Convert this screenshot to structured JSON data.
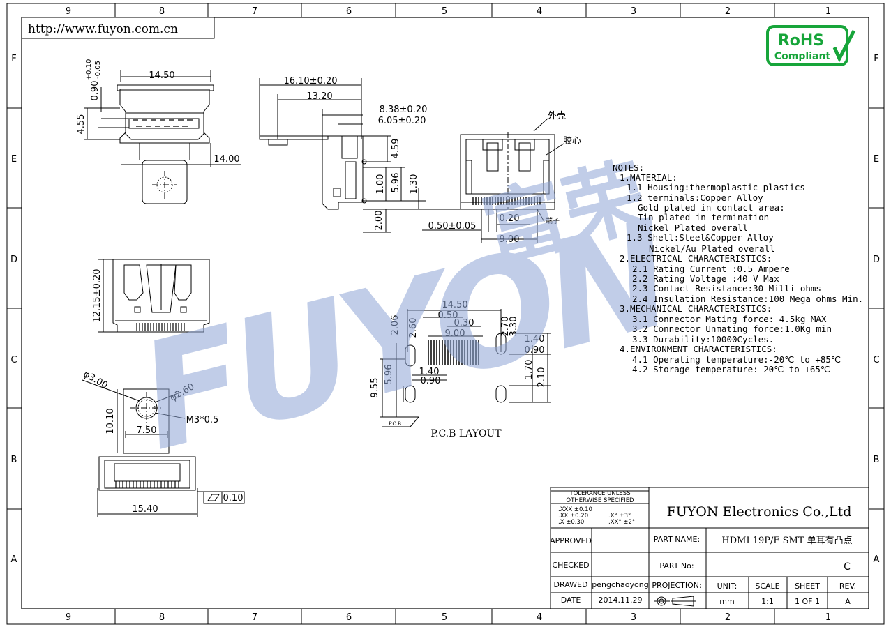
{
  "website_url": "http://www.fuyon.com.cn",
  "rohs": {
    "line1": "RoHS",
    "line2": "Compliant"
  },
  "watermark": {
    "latin": "FUYON",
    "cjk": "富荣"
  },
  "grid": {
    "columns": [
      "9",
      "8",
      "7",
      "6",
      "5",
      "4",
      "3",
      "2",
      "1"
    ],
    "rows": [
      "F",
      "E",
      "D",
      "C",
      "B",
      "A"
    ]
  },
  "top_view": {
    "width": "14.50",
    "height": "4.55",
    "tol": "0.90",
    "tol_plus": "+0.10",
    "tol_minus": "-0.05",
    "pad": "14.00"
  },
  "side_view": {
    "d1": "16.10±0.20",
    "d2": "13.20",
    "d3": "8.38±0.20",
    "d4": "6.05±0.20",
    "v1": "4.59",
    "v2": "5.96",
    "v3": "1.00",
    "v4": "1.30",
    "v5": "2.00"
  },
  "front_view": {
    "shell": "外壳",
    "core": "胶心",
    "terminal": "端子",
    "pitch": "0.20",
    "pin": "0.50±0.05",
    "span": "9.00"
  },
  "bottom_view": {
    "height": "12.15±0.20"
  },
  "ear_view": {
    "d1": "φ3.00",
    "d2": "φ2.60",
    "screw": "M3*0.5",
    "h": "10.10",
    "w": "7.50",
    "base": "15.40",
    "flat": "0.10"
  },
  "pcb": {
    "title": "P.C.B LAYOUT",
    "ref": "P.C.B",
    "dims": [
      "14.50",
      "0.50",
      "0.30",
      "9.00",
      "2.06",
      "2.60",
      "2.70",
      "3.30",
      "1.40",
      "0.90",
      "5.96",
      "9.55",
      "1.40",
      "0.90",
      "1.70",
      "2.10"
    ]
  },
  "notes": [
    "NOTES:",
    "1.MATERIAL:",
    "  1.1 Housing:thermoplastic plastics",
    "  1.2 terminals:Copper Alloy",
    "    Gold plated in contact area:",
    "    Tin plated in termination",
    "    Nickel Plated overall",
    "  1.3 Shell:Steel&Copper Alloy",
    "      Nickel/Au Plated overall",
    "2.ELECTRICAL CHARACTERISTICS:",
    "  2.1 Rating Current :0.5 Ampere",
    "  2.2 Rating Voltage :40 V Max",
    "  2.3 Contact Resistance:30 Milli ohms",
    "  2.4 Insulation Resistance:100 Mega ohms Min.",
    "3.MECHANICAL CHARACTERISTICS:",
    "  3.1 Connector Mating force: 4.5kg MAX",
    "  3.2 Connector Unmating force:1.0Kg min",
    "  3.3 Durability:10000Cycles.",
    "4.ENVIRONMENT CHARACTERISTICS:",
    "  4.1 Operating temperature:-20℃ to +85℃",
    "  4.2 Storage temperature:-20℃ to +65℃"
  ],
  "title_block": {
    "tolerance_title1": "TOLERANCE UNLESS",
    "tolerance_title2": "OTHERWISE SPECIFIED",
    "tol_xxx": ".XXX ±0.10",
    "tol_xx": ".XX   ±0.20",
    "tol_x": ".X     ±0.30",
    "tol_a1": ".X°    ±3°",
    "tol_a2": ".XX°   ±2°",
    "company": "FUYON Electronics Co.,Ltd",
    "approved_label": "APPROVED",
    "checked_label": "CHECKED",
    "drawed_label": "DRAWED",
    "date_label": "DATE",
    "drawer": "pengchaoyong",
    "date": "2014.11.29",
    "part_name_label": "PART NAME:",
    "part_name": "HDMI 19P/F SMT 单耳有凸点",
    "part_no_label": "PART No:",
    "revision_letter": "C",
    "projection_label": "PROJECTION:",
    "unit_label": "UNIT:",
    "scale_label": "SCALE",
    "sheet_label": "SHEET",
    "rev_label": "REV.",
    "unit": "mm",
    "scale": "1:1",
    "sheet": "1 OF 1",
    "rev": "A"
  }
}
